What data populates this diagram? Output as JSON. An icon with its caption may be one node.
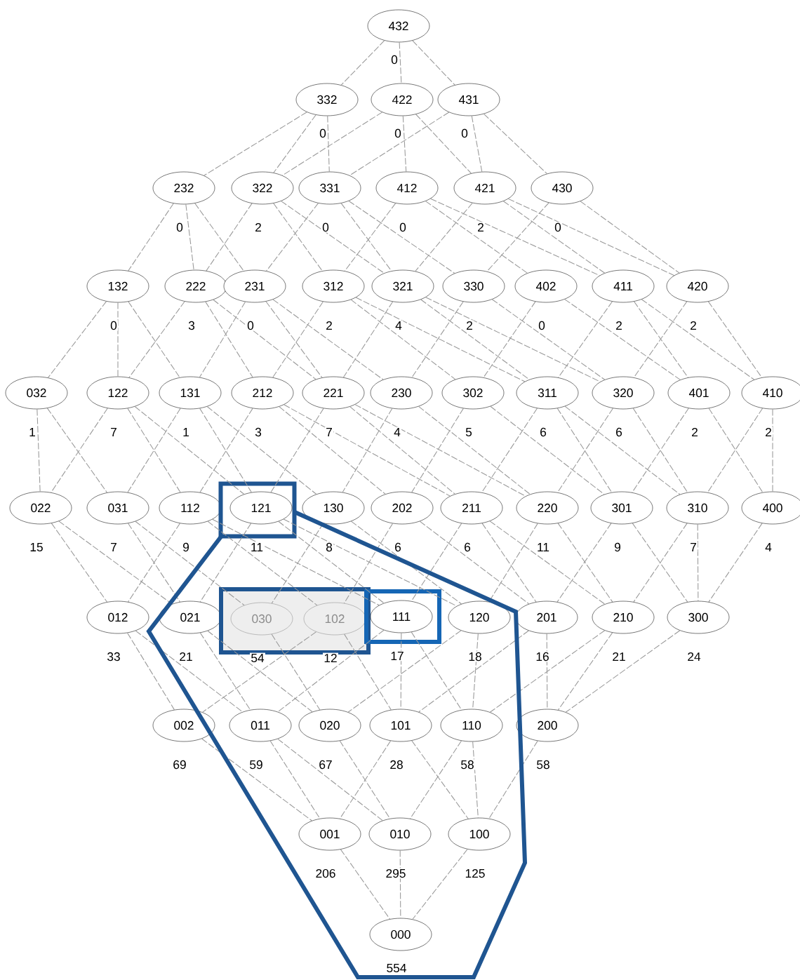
{
  "diagram": {
    "nodes": [
      {
        "text": [
          "432"
        ],
        "beside": [
          "0"
        ]
      },
      {
        "text": [
          "332"
        ],
        "beside": [
          "0"
        ]
      },
      {
        "text": [
          "422"
        ],
        "beside": [
          "0"
        ]
      },
      {
        "text": [
          "431"
        ],
        "beside": [
          "0"
        ]
      },
      {
        "text": [
          "232"
        ],
        "beside": [
          "0"
        ]
      },
      {
        "text": [
          "322"
        ],
        "beside": [
          "2"
        ]
      },
      {
        "text": [
          "331"
        ],
        "beside": [
          "0"
        ]
      },
      {
        "text": [
          "412"
        ],
        "beside": [
          "0"
        ]
      },
      {
        "text": [
          "421"
        ],
        "beside": [
          "2"
        ]
      },
      {
        "text": [
          "430"
        ],
        "beside": [
          "0"
        ]
      },
      {
        "text": [
          "132"
        ],
        "beside": [
          "0"
        ]
      },
      {
        "text": [
          "222"
        ],
        "beside": [
          "3"
        ]
      },
      {
        "text": [
          "231"
        ],
        "beside": [
          "0"
        ]
      },
      {
        "text": [
          "312"
        ],
        "beside": [
          "2"
        ]
      },
      {
        "text": [
          "321"
        ],
        "beside": [
          "4"
        ]
      },
      {
        "text": [
          "330"
        ],
        "beside": [
          "2"
        ]
      },
      {
        "text": [
          "402"
        ],
        "beside": [
          "0"
        ]
      },
      {
        "text": [
          "411"
        ],
        "beside": [
          "2"
        ]
      },
      {
        "text": [
          "420"
        ],
        "beside": [
          "2"
        ]
      },
      {
        "text": [
          "032"
        ],
        "beside": [
          "1"
        ]
      },
      {
        "text": [
          "122"
        ],
        "beside": [
          "7"
        ]
      },
      {
        "text": [
          "131"
        ],
        "beside": [
          "1"
        ]
      },
      {
        "text": [
          "212"
        ],
        "beside": [
          "3"
        ]
      },
      {
        "text": [
          "221"
        ],
        "beside": [
          "7"
        ]
      },
      {
        "text": [
          "230"
        ],
        "beside": [
          "4"
        ]
      },
      {
        "text": [
          "302"
        ],
        "beside": [
          "5"
        ]
      },
      {
        "text": [
          "311"
        ],
        "beside": [
          "6"
        ]
      },
      {
        "text": [
          "320"
        ],
        "beside": [
          "6"
        ]
      },
      {
        "text": [
          "401"
        ],
        "beside": [
          "2"
        ]
      },
      {
        "text": [
          "410"
        ],
        "beside": [
          "2"
        ]
      },
      {
        "text": [
          "022"
        ],
        "beside": [
          "15"
        ]
      },
      {
        "text": [
          "031"
        ],
        "beside": [
          "7"
        ]
      },
      {
        "text": [
          "112"
        ],
        "beside": [
          "9"
        ]
      },
      {
        "text": [],
        "shape": "box"
      },
      {
        "text": [
          "121"
        ],
        "beside": [
          "11"
        ],
        "in": 33
      },
      {
        "text": [
          "130"
        ],
        "beside": [
          "8"
        ]
      },
      {
        "text": [
          "202"
        ],
        "beside": [
          "6"
        ]
      },
      {
        "text": [
          "211"
        ],
        "beside": [
          "6"
        ]
      },
      {
        "text": [
          "220"
        ],
        "beside": [
          "11"
        ]
      },
      {
        "text": [
          "301"
        ],
        "beside": [
          "9"
        ]
      },
      {
        "text": [
          "310"
        ],
        "beside": [
          "7"
        ]
      },
      {
        "text": [
          "400"
        ],
        "beside": [
          "4"
        ]
      },
      {
        "text": [
          "012"
        ],
        "beside": [
          "33"
        ]
      },
      {
        "text": [
          "021"
        ],
        "beside": [
          "21"
        ]
      },
      {
        "text": [],
        "shape": "box"
      },
      {
        "text": [
          "030"
        ],
        "beside": [
          "54"
        ],
        "in": 44
      },
      {
        "text": [
          "102"
        ],
        "beside": [
          "12"
        ],
        "in": 44
      },
      {
        "text": [],
        "shape": "box"
      },
      {
        "text": [
          "111"
        ],
        "beside": [
          "17"
        ],
        "in": 47
      },
      {
        "text": [
          "120"
        ],
        "beside": [
          "18"
        ]
      },
      {
        "text": [
          "201"
        ],
        "beside": [
          "16"
        ]
      },
      {
        "text": [
          "210"
        ],
        "beside": [
          "21"
        ]
      },
      {
        "text": [
          "300"
        ],
        "beside": [
          "24"
        ]
      },
      {
        "text": [
          "002"
        ],
        "beside": [
          "69"
        ]
      },
      {
        "text": [
          "011"
        ],
        "beside": [
          "59"
        ]
      },
      {
        "text": [
          "020"
        ],
        "beside": [
          "67"
        ]
      },
      {
        "text": [
          "101"
        ],
        "beside": [
          "28"
        ]
      },
      {
        "text": [
          "110"
        ],
        "beside": [
          "58"
        ]
      },
      {
        "text": [
          "200"
        ],
        "beside": [
          "58"
        ]
      },
      {
        "text": [
          "001"
        ],
        "beside": [
          "206"
        ]
      },
      {
        "text": [
          "010"
        ],
        "beside": [
          "295"
        ]
      },
      {
        "text": [
          "100"
        ],
        "beside": [
          "125"
        ]
      },
      {
        "text": [
          "000"
        ],
        "beside": [
          "554"
        ]
      }
    ],
    "edges": [
      {
        "from": 0,
        "to": 1,
        "arrow": "none"
      },
      {
        "from": 0,
        "to": 2,
        "arrow": "none"
      },
      {
        "from": 0,
        "to": 3,
        "arrow": "none"
      },
      {
        "from": 1,
        "to": 4,
        "arrow": "none"
      },
      {
        "from": 1,
        "to": 5,
        "arrow": "none"
      },
      {
        "from": 1,
        "to": 6,
        "arrow": "none"
      },
      {
        "from": 2,
        "to": 5,
        "arrow": "none"
      },
      {
        "from": 2,
        "to": 7,
        "arrow": "none"
      },
      {
        "from": 2,
        "to": 8,
        "arrow": "none"
      },
      {
        "from": 3,
        "to": 6,
        "arrow": "none"
      },
      {
        "from": 3,
        "to": 8,
        "arrow": "none"
      },
      {
        "from": 3,
        "to": 9,
        "arrow": "none"
      },
      {
        "from": 4,
        "to": 10,
        "arrow": "none"
      },
      {
        "from": 4,
        "to": 11,
        "arrow": "none"
      },
      {
        "from": 4,
        "to": 12,
        "arrow": "none"
      },
      {
        "from": 5,
        "to": 11,
        "arrow": "none"
      },
      {
        "from": 5,
        "to": 13,
        "arrow": "none"
      },
      {
        "from": 5,
        "to": 14,
        "arrow": "none"
      },
      {
        "from": 6,
        "to": 12,
        "arrow": "none"
      },
      {
        "from": 6,
        "to": 14,
        "arrow": "none"
      },
      {
        "from": 6,
        "to": 15,
        "arrow": "none"
      },
      {
        "from": 7,
        "to": 13,
        "arrow": "none"
      },
      {
        "from": 7,
        "to": 16,
        "arrow": "none"
      },
      {
        "from": 7,
        "to": 17,
        "arrow": "none"
      },
      {
        "from": 8,
        "to": 14,
        "arrow": "none"
      },
      {
        "from": 8,
        "to": 17,
        "arrow": "none"
      },
      {
        "from": 8,
        "to": 18,
        "arrow": "none"
      },
      {
        "from": 9,
        "to": 15,
        "arrow": "none"
      },
      {
        "from": 9,
        "to": 18,
        "arrow": "none"
      },
      {
        "from": 10,
        "to": 19,
        "arrow": "none"
      },
      {
        "from": 10,
        "to": 20,
        "arrow": "none"
      },
      {
        "from": 10,
        "to": 21,
        "arrow": "none"
      },
      {
        "from": 11,
        "to": 20,
        "arrow": "none"
      },
      {
        "from": 11,
        "to": 22,
        "arrow": "none"
      },
      {
        "from": 11,
        "to": 23,
        "arrow": "none"
      },
      {
        "from": 12,
        "to": 21,
        "arrow": "none"
      },
      {
        "from": 12,
        "to": 23,
        "arrow": "none"
      },
      {
        "from": 12,
        "to": 24,
        "arrow": "none"
      },
      {
        "from": 13,
        "to": 22,
        "arrow": "none"
      },
      {
        "from": 13,
        "to": 25,
        "arrow": "none"
      },
      {
        "from": 13,
        "to": 26,
        "arrow": "none"
      },
      {
        "from": 14,
        "to": 23,
        "arrow": "none"
      },
      {
        "from": 14,
        "to": 26,
        "arrow": "none"
      },
      {
        "from": 14,
        "to": 27,
        "arrow": "none"
      },
      {
        "from": 15,
        "to": 24,
        "arrow": "none"
      },
      {
        "from": 15,
        "to": 27,
        "arrow": "none"
      },
      {
        "from": 16,
        "to": 25,
        "arrow": "none"
      },
      {
        "from": 16,
        "to": 28,
        "arrow": "none"
      },
      {
        "from": 17,
        "to": 26,
        "arrow": "none"
      },
      {
        "from": 17,
        "to": 28,
        "arrow": "none"
      },
      {
        "from": 17,
        "to": 29,
        "arrow": "none"
      },
      {
        "from": 18,
        "to": 27,
        "arrow": "none"
      },
      {
        "from": 18,
        "to": 29,
        "arrow": "none"
      },
      {
        "from": 19,
        "to": 30,
        "arrow": "none"
      },
      {
        "from": 19,
        "to": 31,
        "arrow": "none"
      },
      {
        "from": 20,
        "to": 30,
        "arrow": "none"
      },
      {
        "from": 20,
        "to": 32,
        "arrow": "none"
      },
      {
        "from": 20,
        "to": 34,
        "arrow": "none"
      },
      {
        "from": 21,
        "to": 31,
        "arrow": "none"
      },
      {
        "from": 21,
        "to": 34,
        "arrow": "none"
      },
      {
        "from": 21,
        "to": 35,
        "arrow": "none"
      },
      {
        "from": 22,
        "to": 32,
        "arrow": "none"
      },
      {
        "from": 22,
        "to": 36,
        "arrow": "none"
      },
      {
        "from": 22,
        "to": 37,
        "arrow": "none"
      },
      {
        "from": 23,
        "to": 34,
        "arrow": "none"
      },
      {
        "from": 23,
        "to": 37,
        "arrow": "none"
      },
      {
        "from": 23,
        "to": 38,
        "arrow": "none"
      },
      {
        "from": 24,
        "to": 35,
        "arrow": "none"
      },
      {
        "from": 24,
        "to": 38,
        "arrow": "none"
      },
      {
        "from": 25,
        "to": 36,
        "arrow": "none"
      },
      {
        "from": 25,
        "to": 39,
        "arrow": "none"
      },
      {
        "from": 26,
        "to": 37,
        "arrow": "none"
      },
      {
        "from": 26,
        "to": 39,
        "arrow": "none"
      },
      {
        "from": 26,
        "to": 40,
        "arrow": "none"
      },
      {
        "from": 27,
        "to": 38,
        "arrow": "none"
      },
      {
        "from": 27,
        "to": 40,
        "arrow": "none"
      },
      {
        "from": 28,
        "to": 39,
        "arrow": "none"
      },
      {
        "from": 28,
        "to": 41,
        "arrow": "none"
      },
      {
        "from": 29,
        "to": 40,
        "arrow": "none"
      },
      {
        "from": 29,
        "to": 41,
        "arrow": "none"
      },
      {
        "from": 30,
        "to": 42,
        "arrow": "none"
      },
      {
        "from": 30,
        "to": 43,
        "arrow": "none"
      },
      {
        "from": 31,
        "to": 43,
        "arrow": "none"
      },
      {
        "from": 31,
        "to": 45,
        "arrow": "none"
      },
      {
        "from": 32,
        "to": 42,
        "arrow": "none"
      },
      {
        "from": 32,
        "to": 46,
        "arrow": "none"
      },
      {
        "from": 32,
        "to": 48,
        "arrow": "none"
      },
      {
        "from": 34,
        "to": 43,
        "arrow": "none"
      },
      {
        "from": 34,
        "to": 48,
        "arrow": "none"
      },
      {
        "from": 34,
        "to": 49,
        "arrow": "none"
      },
      {
        "from": 35,
        "to": 45,
        "arrow": "none"
      },
      {
        "from": 35,
        "to": 49,
        "arrow": "none"
      },
      {
        "from": 36,
        "to": 46,
        "arrow": "none"
      },
      {
        "from": 36,
        "to": 50,
        "arrow": "none"
      },
      {
        "from": 37,
        "to": 48,
        "arrow": "none"
      },
      {
        "from": 37,
        "to": 50,
        "arrow": "none"
      },
      {
        "from": 37,
        "to": 51,
        "arrow": "none"
      },
      {
        "from": 38,
        "to": 49,
        "arrow": "none"
      },
      {
        "from": 38,
        "to": 51,
        "arrow": "none"
      },
      {
        "from": 39,
        "to": 50,
        "arrow": "none"
      },
      {
        "from": 39,
        "to": 52,
        "arrow": "none"
      },
      {
        "from": 40,
        "to": 51,
        "arrow": "none"
      },
      {
        "from": 40,
        "to": 52,
        "arrow": "none"
      },
      {
        "from": 41,
        "to": 52,
        "arrow": "none"
      },
      {
        "from": 42,
        "to": 53,
        "arrow": "none"
      },
      {
        "from": 42,
        "to": 54,
        "arrow": "none"
      },
      {
        "from": 43,
        "to": 54,
        "arrow": "none"
      },
      {
        "from": 43,
        "to": 55,
        "arrow": "none"
      },
      {
        "from": 45,
        "to": 55,
        "arrow": "none"
      },
      {
        "from": 46,
        "to": 53,
        "arrow": "none"
      },
      {
        "from": 46,
        "to": 56,
        "arrow": "none"
      },
      {
        "from": 48,
        "to": 54,
        "arrow": "none"
      },
      {
        "from": 48,
        "to": 56,
        "arrow": "none"
      },
      {
        "from": 48,
        "to": 57,
        "arrow": "none"
      },
      {
        "from": 49,
        "to": 55,
        "arrow": "none"
      },
      {
        "from": 49,
        "to": 57,
        "arrow": "none"
      },
      {
        "from": 50,
        "to": 56,
        "arrow": "none"
      },
      {
        "from": 50,
        "to": 58,
        "arrow": "none"
      },
      {
        "from": 51,
        "to": 57,
        "arrow": "none"
      },
      {
        "from": 51,
        "to": 58,
        "arrow": "none"
      },
      {
        "from": 52,
        "to": 58,
        "arrow": "none"
      },
      {
        "from": 53,
        "to": 59,
        "arrow": "none"
      },
      {
        "from": 54,
        "to": 59,
        "arrow": "none"
      },
      {
        "from": 54,
        "to": 60,
        "arrow": "none"
      },
      {
        "from": 55,
        "to": 60,
        "arrow": "none"
      },
      {
        "from": 56,
        "to": 59,
        "arrow": "none"
      },
      {
        "from": 56,
        "to": 61,
        "arrow": "none"
      },
      {
        "from": 57,
        "to": 60,
        "arrow": "none"
      },
      {
        "from": 57,
        "to": 61,
        "arrow": "none"
      },
      {
        "from": 58,
        "to": 61,
        "arrow": "none"
      },
      {
        "from": 59,
        "to": 62,
        "arrow": "none"
      },
      {
        "from": 60,
        "to": 62,
        "arrow": "none"
      },
      {
        "from": 61,
        "to": 62,
        "arrow": "none"
      }
    ]
  }
}
